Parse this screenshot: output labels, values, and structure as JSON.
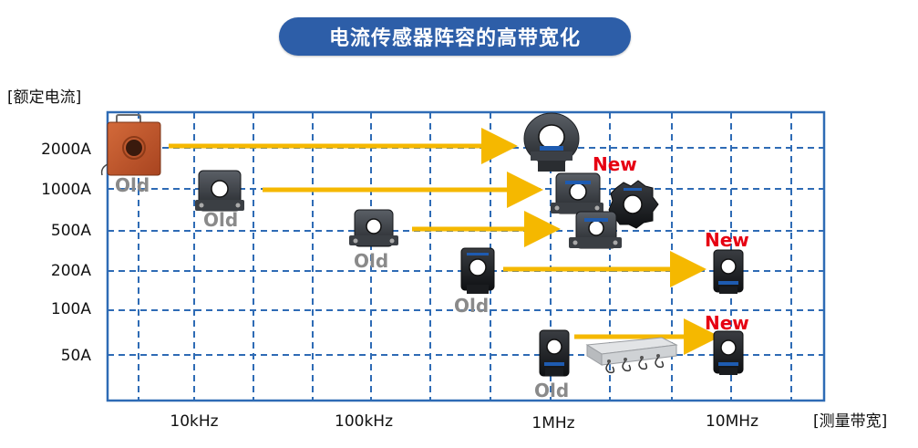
{
  "title": "电流传感器阵容的高带宽化",
  "y_axis": {
    "title": "[额定电流]",
    "ticks": [
      "2000A",
      "1000A",
      "500A",
      "200A",
      "100A",
      "50A"
    ]
  },
  "x_axis": {
    "title": "[测量带宽]",
    "ticks": [
      "10kHz",
      "100kHz",
      "1MHz",
      "10MHz"
    ]
  },
  "labels": {
    "old": "Old",
    "new": "New"
  },
  "colors": {
    "title_bg": "#2d5ea8",
    "grid": "#2e6bb5",
    "arrow": "#f5b800",
    "old": "#8a8a8a",
    "new": "#e60012"
  },
  "products": [
    {
      "icon": "large-orange-ct-sensor-icon",
      "gen": "old",
      "rating": "2000A"
    },
    {
      "icon": "round-clamp-sensor-icon",
      "gen": "new",
      "rating": "2000A"
    },
    {
      "icon": "clamp-sensor-1000a-old-icon",
      "gen": "old",
      "rating": "1000A"
    },
    {
      "icon": "clamp-sensor-1000a-new-icon",
      "gen": "new",
      "rating": "1000A"
    },
    {
      "icon": "gear-shaped-sensor-icon",
      "gen": "new",
      "rating": "1000A"
    },
    {
      "icon": "clamp-sensor-500a-old-icon",
      "gen": "old",
      "rating": "500A"
    },
    {
      "icon": "clamp-sensor-500a-new-icon",
      "gen": "new",
      "rating": "500A"
    },
    {
      "icon": "clamp-sensor-200a-old-icon",
      "gen": "old",
      "rating": "200A"
    },
    {
      "icon": "clamp-sensor-200a-new-icon",
      "gen": "new",
      "rating": "200A"
    },
    {
      "icon": "clamp-sensor-50a-old-icon",
      "gen": "old",
      "rating": "50A"
    },
    {
      "icon": "sensor-unit-box-icon",
      "gen": "new",
      "rating": "50A"
    },
    {
      "icon": "clamp-sensor-50a-new-icon",
      "gen": "new",
      "rating": "50A"
    }
  ]
}
